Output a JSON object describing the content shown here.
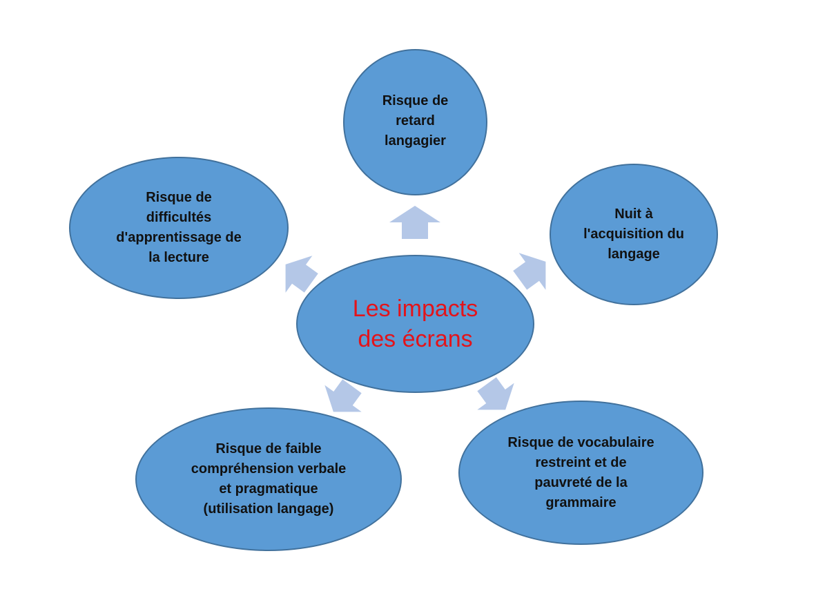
{
  "diagram": {
    "center": {
      "lines": [
        "Les impacts",
        "des écrans"
      ]
    },
    "nodes": {
      "top": {
        "lines": [
          "Risque de",
          "retard",
          "langagier"
        ]
      },
      "left": {
        "lines": [
          "Risque de",
          "difficultés",
          "d'apprentissage de",
          "la lecture"
        ]
      },
      "right": {
        "lines": [
          "Nuit à",
          "l'acquisition du",
          "langage"
        ]
      },
      "bottom_left": {
        "lines": [
          "Risque de faible",
          "compréhension verbale",
          "et pragmatique",
          "(utilisation langage)"
        ]
      },
      "bottom_right": {
        "lines": [
          "Risque de vocabulaire",
          "restreint et de",
          "pauvreté de la",
          "grammaire"
        ]
      }
    }
  },
  "colors": {
    "node_fill": "#5b9bd5",
    "node_border": "#41719c",
    "arrow_fill": "#b4c7e7",
    "center_text": "#e3141b",
    "node_text": "#111111"
  }
}
